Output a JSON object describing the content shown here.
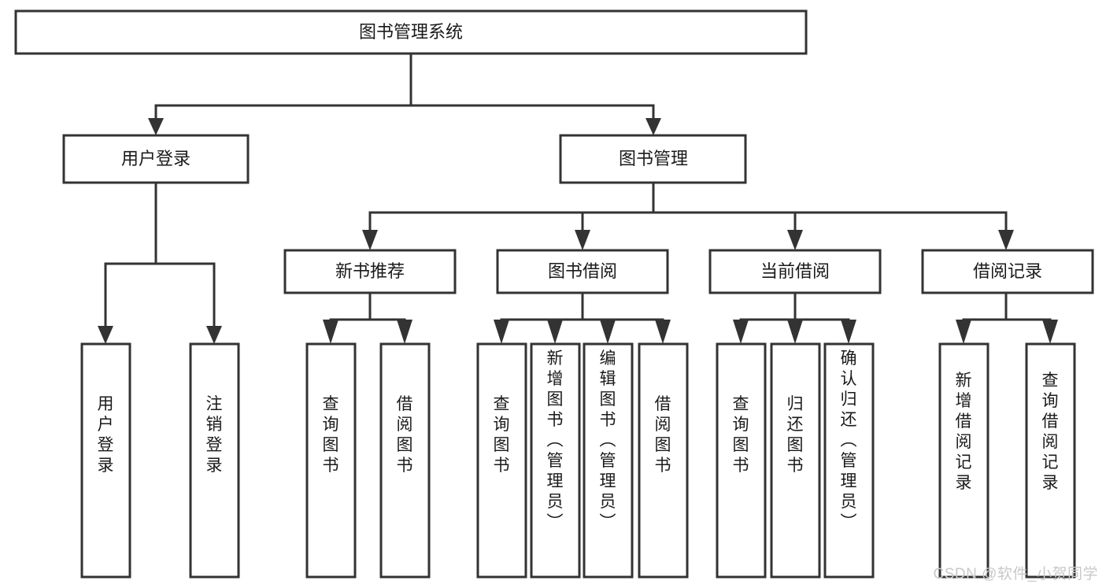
{
  "diagram": {
    "type": "tree-hierarchy",
    "title": "图书管理系统",
    "watermark": "CSDN @软件_小贺同学",
    "colors": {
      "stroke": "#333333",
      "fill": "#ffffff",
      "text": "#1a1a1a",
      "watermark": "#c9c9c9"
    },
    "levels": {
      "root": {
        "label": "图书管理系统",
        "orientation": "horizontal"
      },
      "level2": [
        {
          "id": "user-login",
          "label": "用户登录",
          "orientation": "horizontal"
        },
        {
          "id": "book-management",
          "label": "图书管理",
          "orientation": "horizontal"
        }
      ],
      "level3": [
        {
          "id": "new-book-recommend",
          "label": "新书推荐",
          "orientation": "horizontal",
          "parent": "book-management"
        },
        {
          "id": "book-borrow",
          "label": "图书借阅",
          "orientation": "horizontal",
          "parent": "book-management"
        },
        {
          "id": "current-borrow",
          "label": "当前借阅",
          "orientation": "horizontal",
          "parent": "book-management"
        },
        {
          "id": "borrow-record",
          "label": "借阅记录",
          "orientation": "horizontal",
          "parent": "book-management"
        }
      ],
      "leaves": [
        {
          "id": "leaf-user-login",
          "label": "用户登录",
          "orientation": "vertical",
          "parent": "user-login"
        },
        {
          "id": "leaf-logout-login",
          "label": "注销登录",
          "orientation": "vertical",
          "parent": "user-login"
        },
        {
          "id": "leaf-query-book-1",
          "label": "查询图书",
          "orientation": "vertical",
          "parent": "new-book-recommend"
        },
        {
          "id": "leaf-borrow-book-1",
          "label": "借阅图书",
          "orientation": "vertical",
          "parent": "new-book-recommend"
        },
        {
          "id": "leaf-query-book-2",
          "label": "查询图书",
          "orientation": "vertical",
          "parent": "book-borrow"
        },
        {
          "id": "leaf-add-book",
          "label": "新增图书（管理员）",
          "orientation": "vertical",
          "parent": "book-borrow"
        },
        {
          "id": "leaf-edit-book",
          "label": "编辑图书（管理员）",
          "orientation": "vertical",
          "parent": "book-borrow"
        },
        {
          "id": "leaf-borrow-book-2",
          "label": "借阅图书",
          "orientation": "vertical",
          "parent": "book-borrow"
        },
        {
          "id": "leaf-query-book-3",
          "label": "查询图书",
          "orientation": "vertical",
          "parent": "current-borrow"
        },
        {
          "id": "leaf-return-book",
          "label": "归还图书",
          "orientation": "vertical",
          "parent": "current-borrow"
        },
        {
          "id": "leaf-confirm-return",
          "label": "确认归还（管理员）",
          "orientation": "vertical",
          "parent": "current-borrow"
        },
        {
          "id": "leaf-add-record",
          "label": "新增借阅记录",
          "orientation": "vertical",
          "parent": "borrow-record"
        },
        {
          "id": "leaf-query-record",
          "label": "查询借阅记录",
          "orientation": "vertical",
          "parent": "borrow-record"
        }
      ]
    }
  }
}
